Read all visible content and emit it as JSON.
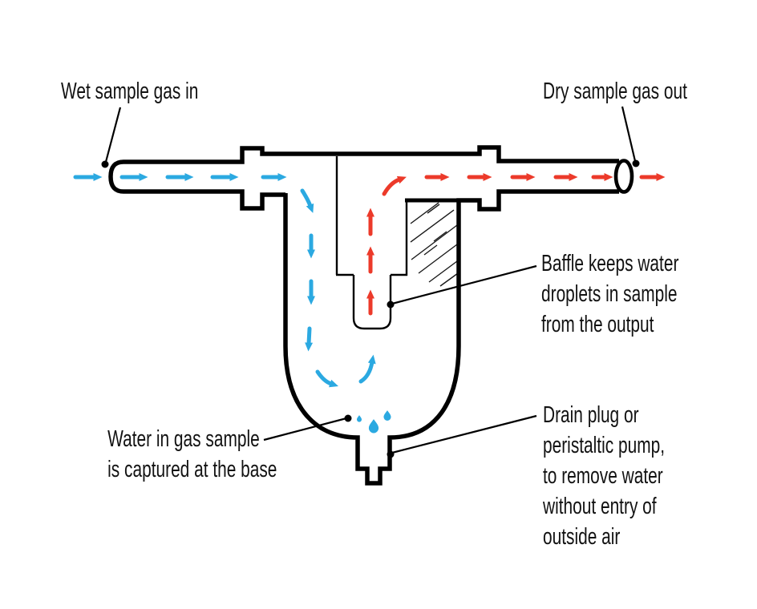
{
  "diagram": {
    "labels": {
      "wet_in": "Wet sample gas in",
      "dry_out": "Dry sample gas out",
      "baffle": {
        "lines": [
          "Baffle keeps water",
          "droplets in sample",
          "from the output"
        ]
      },
      "water_base": {
        "lines": [
          "Water in gas sample",
          "is captured at the base"
        ]
      },
      "drain": {
        "lines": [
          "Drain plug or",
          "peristaltic pump,",
          "to remove water",
          "without entry of",
          "outside air"
        ]
      }
    },
    "colors": {
      "wet_flow": "#2BA9E1",
      "dry_flow": "#EC3A2A",
      "outline": "#000000",
      "text": "#121212",
      "background": "#FFFFFF"
    },
    "icons": {
      "wet_flow_arrow": "blue right/down flow arrow",
      "dry_flow_arrow": "red up/right flow arrow",
      "water_droplet": "blue teardrop"
    }
  }
}
